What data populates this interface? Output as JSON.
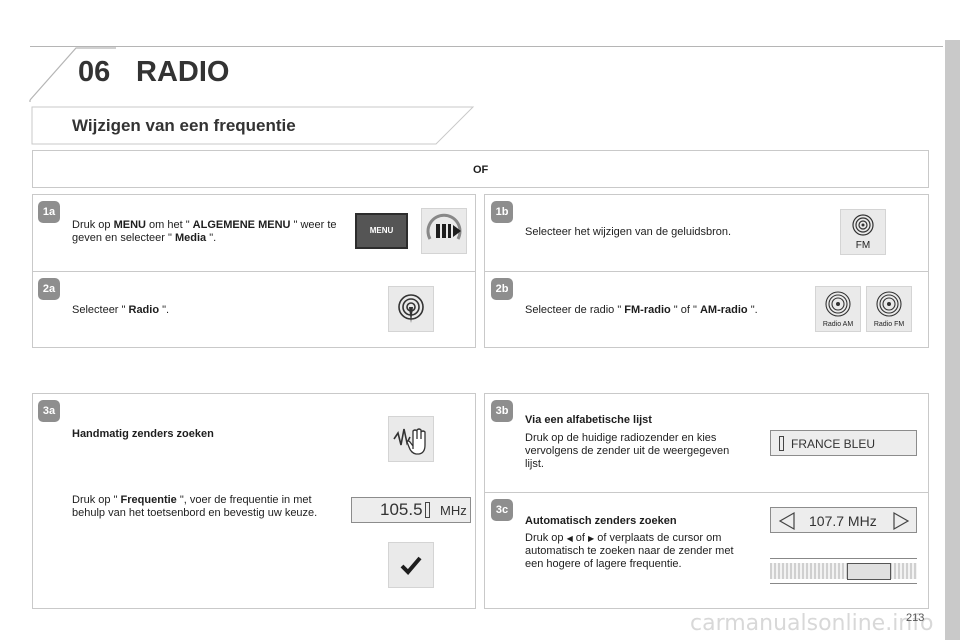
{
  "header": {
    "section_number": "06",
    "section_title": "RADIO",
    "subtitle": "Wijzigen van een frequentie"
  },
  "or_label": "OF",
  "steps": {
    "s1a": {
      "badge": "1a",
      "pre": "Druk op ",
      "b1": "MENU",
      "mid1": " om het \" ",
      "b2": "ALGEMENE MENU",
      "mid2": " \" weer te geven en selecteer \" ",
      "b3": "Media",
      "post": " \"."
    },
    "s1b": {
      "badge": "1b",
      "text": "Selecteer het wijzigen van de geluidsbron.",
      "icon_label": "FM"
    },
    "s2a": {
      "badge": "2a",
      "pre": "Selecteer \" ",
      "b1": "Radio",
      "post": " \"."
    },
    "s2b": {
      "badge": "2b",
      "pre": "Selecteer de radio \" ",
      "b1": "FM-radio",
      "mid1": " \" of \" ",
      "b2": "AM-radio",
      "post": " \".",
      "am_label": "Radio AM",
      "fm_label": "Radio FM"
    },
    "s3a": {
      "badge": "3a",
      "heading": "Handmatig zenders zoeken",
      "pre": "Druk op \" ",
      "b1": "Frequentie",
      "post": " \", voer de frequentie in met behulp van het toetsenbord en bevestig uw keuze.",
      "freq_value": "105.5",
      "freq_unit": "MHz"
    },
    "s3b": {
      "badge": "3b",
      "heading": "Via een alfabetische lijst",
      "text": "Druk op de huidige radiozender en kies vervolgens de zender uit de weergegeven lijst.",
      "station": "FRANCE BLEU"
    },
    "s3c": {
      "badge": "3c",
      "heading": "Automatisch zenders zoeken",
      "pre": "Druk op ",
      "mid": " of ",
      "post": " of verplaats de cursor om automatisch te zoeken naar de zender met een hogere of lagere frequentie.",
      "freq_display": "107.7 MHz"
    }
  },
  "buttons": {
    "menu_label": "MENU"
  },
  "footer": {
    "page_number": "213",
    "watermark": "carmanualsonline.info"
  }
}
